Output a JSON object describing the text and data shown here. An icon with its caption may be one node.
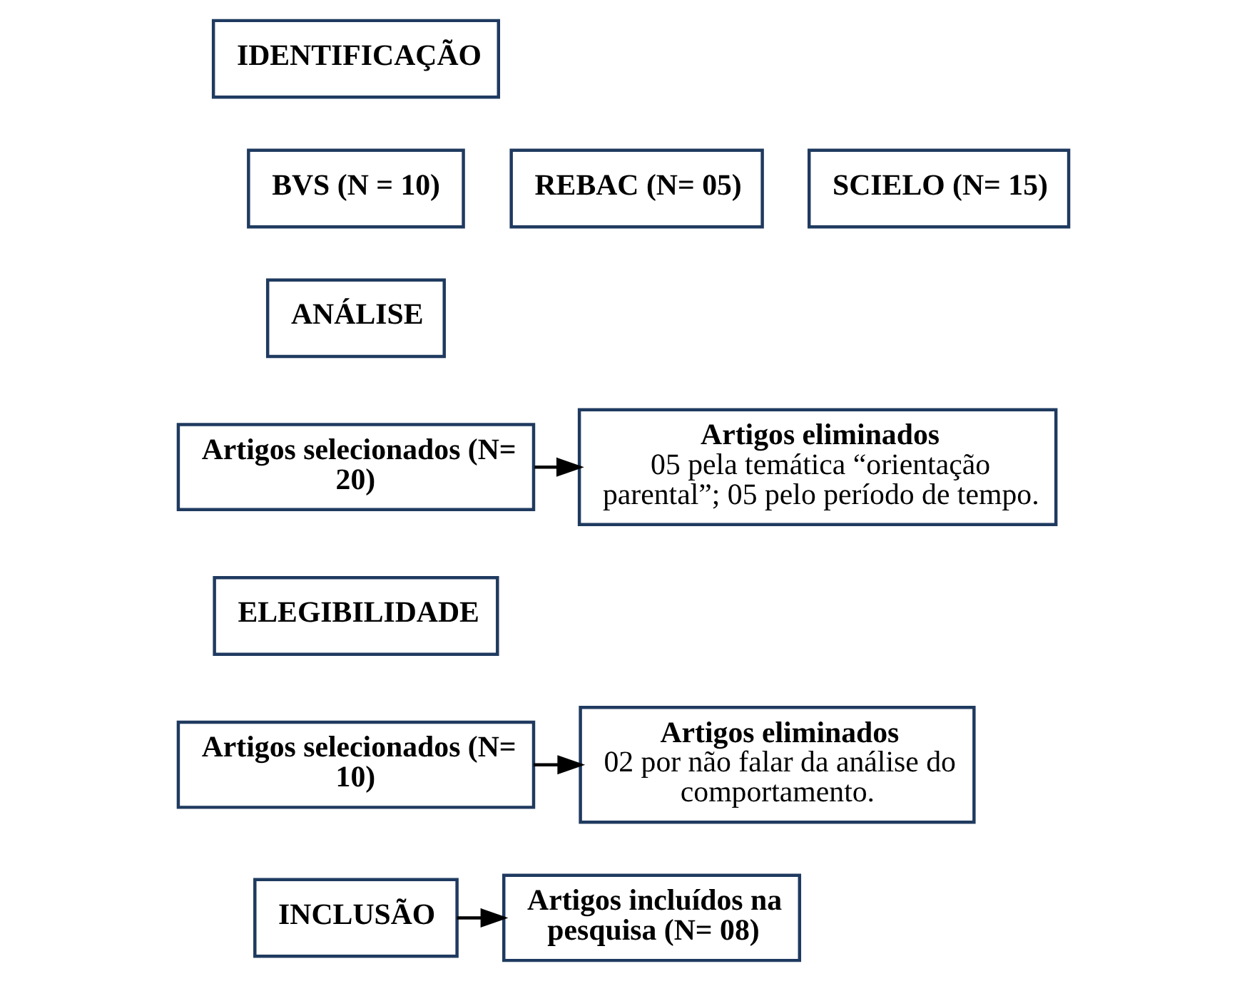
{
  "diagram": {
    "nodes": [
      {
        "text": [
          "IDENTIFICAÇÃO"
        ]
      },
      {
        "text": [
          "BVS (N = 10)"
        ]
      },
      {
        "text": [
          "REBAC (N= 05)"
        ]
      },
      {
        "text": [
          "SCIELO (N= 15)"
        ]
      },
      {
        "text": [
          "ANÁLISE"
        ]
      },
      {
        "text": [
          "Artigos selecionados (N= 20)"
        ]
      },
      {
        "text": [
          "Artigos eliminados",
          "05 pela temática “orientação parental”; 05 pelo período de tempo."
        ]
      },
      {
        "text": [
          "ELEGIBILIDADE"
        ]
      },
      {
        "text": [
          "Artigos selecionados (N= 10)"
        ]
      },
      {
        "text": [
          "Artigos eliminados",
          "02 por não falar da análise do comportamento."
        ]
      },
      {
        "text": [
          "INCLUSÃO"
        ]
      },
      {
        "text": [
          "Artigos incluídos na pesquisa (N= 08)"
        ]
      }
    ],
    "edges": [
      {
        "from": 5,
        "to": 6,
        "arrow": "to"
      },
      {
        "from": 8,
        "to": 9,
        "arrow": "to"
      },
      {
        "from": 10,
        "to": 11,
        "arrow": "to"
      }
    ]
  }
}
